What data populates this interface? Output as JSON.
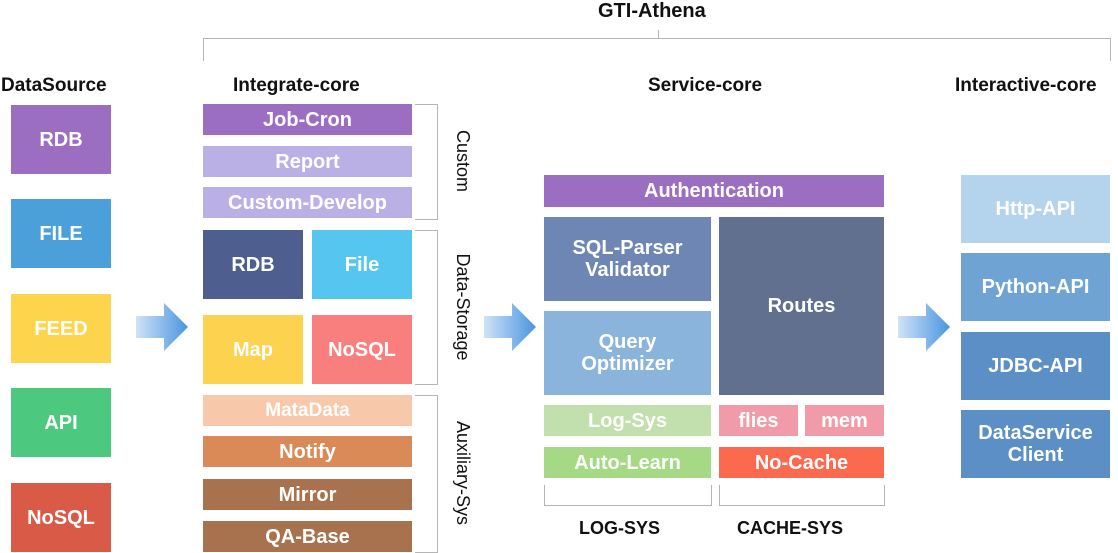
{
  "title": "GTI-Athena",
  "columns": {
    "datasource": "DataSource",
    "integrate": "Integrate-core",
    "service": "Service-core",
    "interactive": "Interactive-core"
  },
  "datasource": {
    "items": [
      "RDB",
      "FILE",
      "FEED",
      "API",
      "NoSQL"
    ]
  },
  "integrate": {
    "custom": [
      "Job-Cron",
      "Report",
      "Custom-Develop"
    ],
    "storage": [
      "RDB",
      "File",
      "Map",
      "NoSQL"
    ],
    "auxiliary": [
      "MataData",
      "Notify",
      "Mirror",
      "QA-Base"
    ],
    "labels": {
      "custom": "Custom",
      "storage": "Data-Storage",
      "auxiliary": "Auxiliary-Sys"
    }
  },
  "service": {
    "authentication": "Authentication",
    "sql_parser_line1": "SQL-Parser",
    "sql_parser_line2": "Validator",
    "query_line1": "Query",
    "query_line2": "Optimizer",
    "routes": "Routes",
    "log_sys": "Log-Sys",
    "auto_learn": "Auto-Learn",
    "flies": "flies",
    "mem": "mem",
    "no_cache": "No-Cache",
    "log_label": "LOG-SYS",
    "cache_label": "CACHE-SYS"
  },
  "interactive": {
    "http": "Http-API",
    "python": "Python-API",
    "jdbc": "JDBC-API",
    "ds_line1": "DataService",
    "ds_line2": "Client"
  },
  "colors": {
    "purple": "#9b6ec1",
    "lavender": "#bbb0e6",
    "navy": "#4d5e8f",
    "cyan": "#55c6ef",
    "yellow": "#fcd24f",
    "salmon": "#f97f7f",
    "peach": "#f7c8a9",
    "orange_brown": "#d98a56",
    "brown": "#a8724e",
    "ds_purple": "#9b6ec1",
    "ds_blue": "#4ca0da",
    "ds_yellow": "#fdd54c",
    "ds_green": "#4cc97e",
    "ds_red": "#d95a47",
    "svc_slate": "#6d86b3",
    "svc_light": "#8bb4dc",
    "svc_routes": "#62708f",
    "svc_green": "#c2dfae",
    "svc_green2": "#a6d985",
    "svc_pink": "#f19aa8",
    "svc_orange": "#fb6a4e",
    "api_light": "#b4d3ec",
    "api_mid": "#6fa3d4",
    "api_dark": "#5b8fc6",
    "arrow": "#5a9de0"
  }
}
